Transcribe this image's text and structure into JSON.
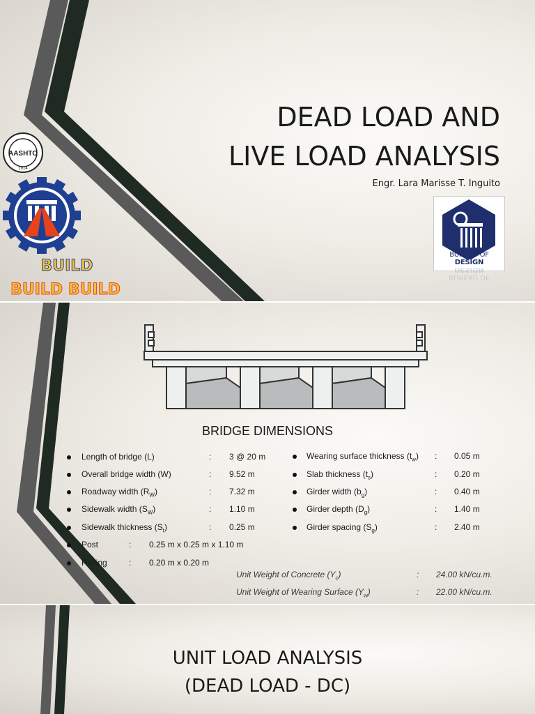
{
  "slide1": {
    "title_line1": "DEAD LOAD AND",
    "title_line2": "LIVE LOAD ANALYSIS",
    "author": "Engr. Lara Marisse T. Inguito",
    "bureau_logo": {
      "caption_plain": "BUREAU OF ",
      "caption_bold": "DESIGN"
    },
    "aashto_seal": {
      "text": "AASHTO",
      "year": "1914"
    },
    "dpwh_logo": {
      "colors": {
        "outer": "#1f3f93",
        "inner": "#e8421c"
      }
    },
    "build_text": {
      "line1": "BUILD",
      "line2": "BUILD BUILD"
    }
  },
  "slide2": {
    "section_title": "BRIDGE DIMENSIONS",
    "left_items": [
      {
        "label": "Length of bridge (L)",
        "value": "3 @ 20 m"
      },
      {
        "label": "Overall bridge width (W)",
        "value": "9.52 m"
      },
      {
        "label": "Roadway width (R",
        "sub": "W",
        "tail": ")",
        "value": "7.32 m"
      },
      {
        "label": "Sidewalk width (S",
        "sub": "W",
        "tail": ")",
        "value": "1.10 m"
      },
      {
        "label": "Sidewalk thickness (S",
        "sub": "t",
        "tail": ")",
        "value": "0.25 m"
      }
    ],
    "right_items": [
      {
        "label": "Wearing surface thickness (t",
        "sub": "w",
        "tail": ")",
        "value": "0.05 m"
      },
      {
        "label": "Slab thickness (t",
        "sub": "s",
        "tail": ")",
        "value": "0.20 m"
      },
      {
        "label": "Girder width (b",
        "sub": "g",
        "tail": ")",
        "value": "0.40 m"
      },
      {
        "label": "Girder depth (D",
        "sub": "g",
        "tail": ")",
        "value": "1.40 m"
      },
      {
        "label": "Girder spacing (S",
        "sub": "g",
        "tail": ")",
        "value": "2.40 m"
      }
    ],
    "extra_items": [
      {
        "label": "Post",
        "value": "0.25 m x 0.25 m x 1.10 m"
      },
      {
        "label": "Railing",
        "value": "0.20 m x 0.20 m"
      }
    ],
    "unit_weights": [
      {
        "label": "Unit Weight of Concrete (Y",
        "sub": "c",
        "tail": ")",
        "value": "24.00 kN/cu.m."
      },
      {
        "label": "Unit Weight of Wearing Surface (Y",
        "sub": "w",
        "tail": ")",
        "value": "22.00 kN/cu.m."
      }
    ],
    "colon": ":"
  },
  "slide3": {
    "title_line1": "UNIT LOAD ANALYSIS",
    "title_line2": "(DEAD LOAD - DC)"
  },
  "colors": {
    "dark_green": "#1e2a22",
    "gray_stripe": "#5a5a5a",
    "navy": "#1f2f6e"
  }
}
